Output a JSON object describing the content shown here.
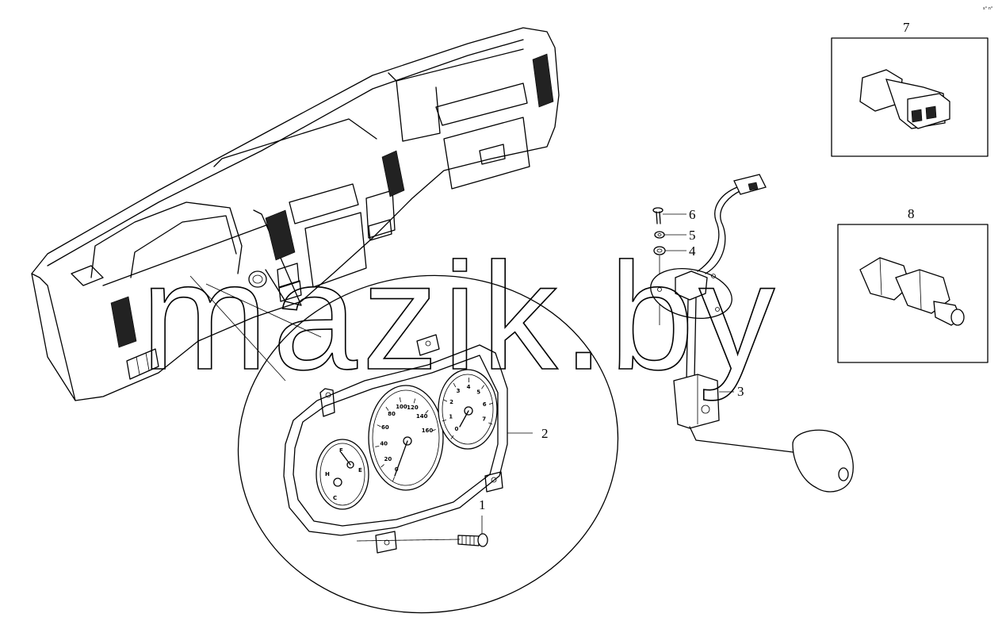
{
  "watermark": "mazik.by",
  "corner_note": "s° n°",
  "callouts": [
    {
      "id": "1",
      "label": "1"
    },
    {
      "id": "2",
      "label": "2"
    },
    {
      "id": "3",
      "label": "3"
    },
    {
      "id": "4",
      "label": "4"
    },
    {
      "id": "5",
      "label": "5"
    },
    {
      "id": "6",
      "label": "6"
    },
    {
      "id": "7",
      "label": "7"
    },
    {
      "id": "8",
      "label": "8"
    }
  ],
  "gauges": {
    "speedometer_ticks": [
      "0",
      "20",
      "40",
      "60",
      "80",
      "100",
      "120",
      "140",
      "160"
    ],
    "tachometer_ticks": [
      "0",
      "1",
      "2",
      "3",
      "4",
      "5",
      "6",
      "7"
    ],
    "fuel_labels": [
      "F",
      "E"
    ],
    "temp_labels": [
      "H",
      "C"
    ]
  }
}
